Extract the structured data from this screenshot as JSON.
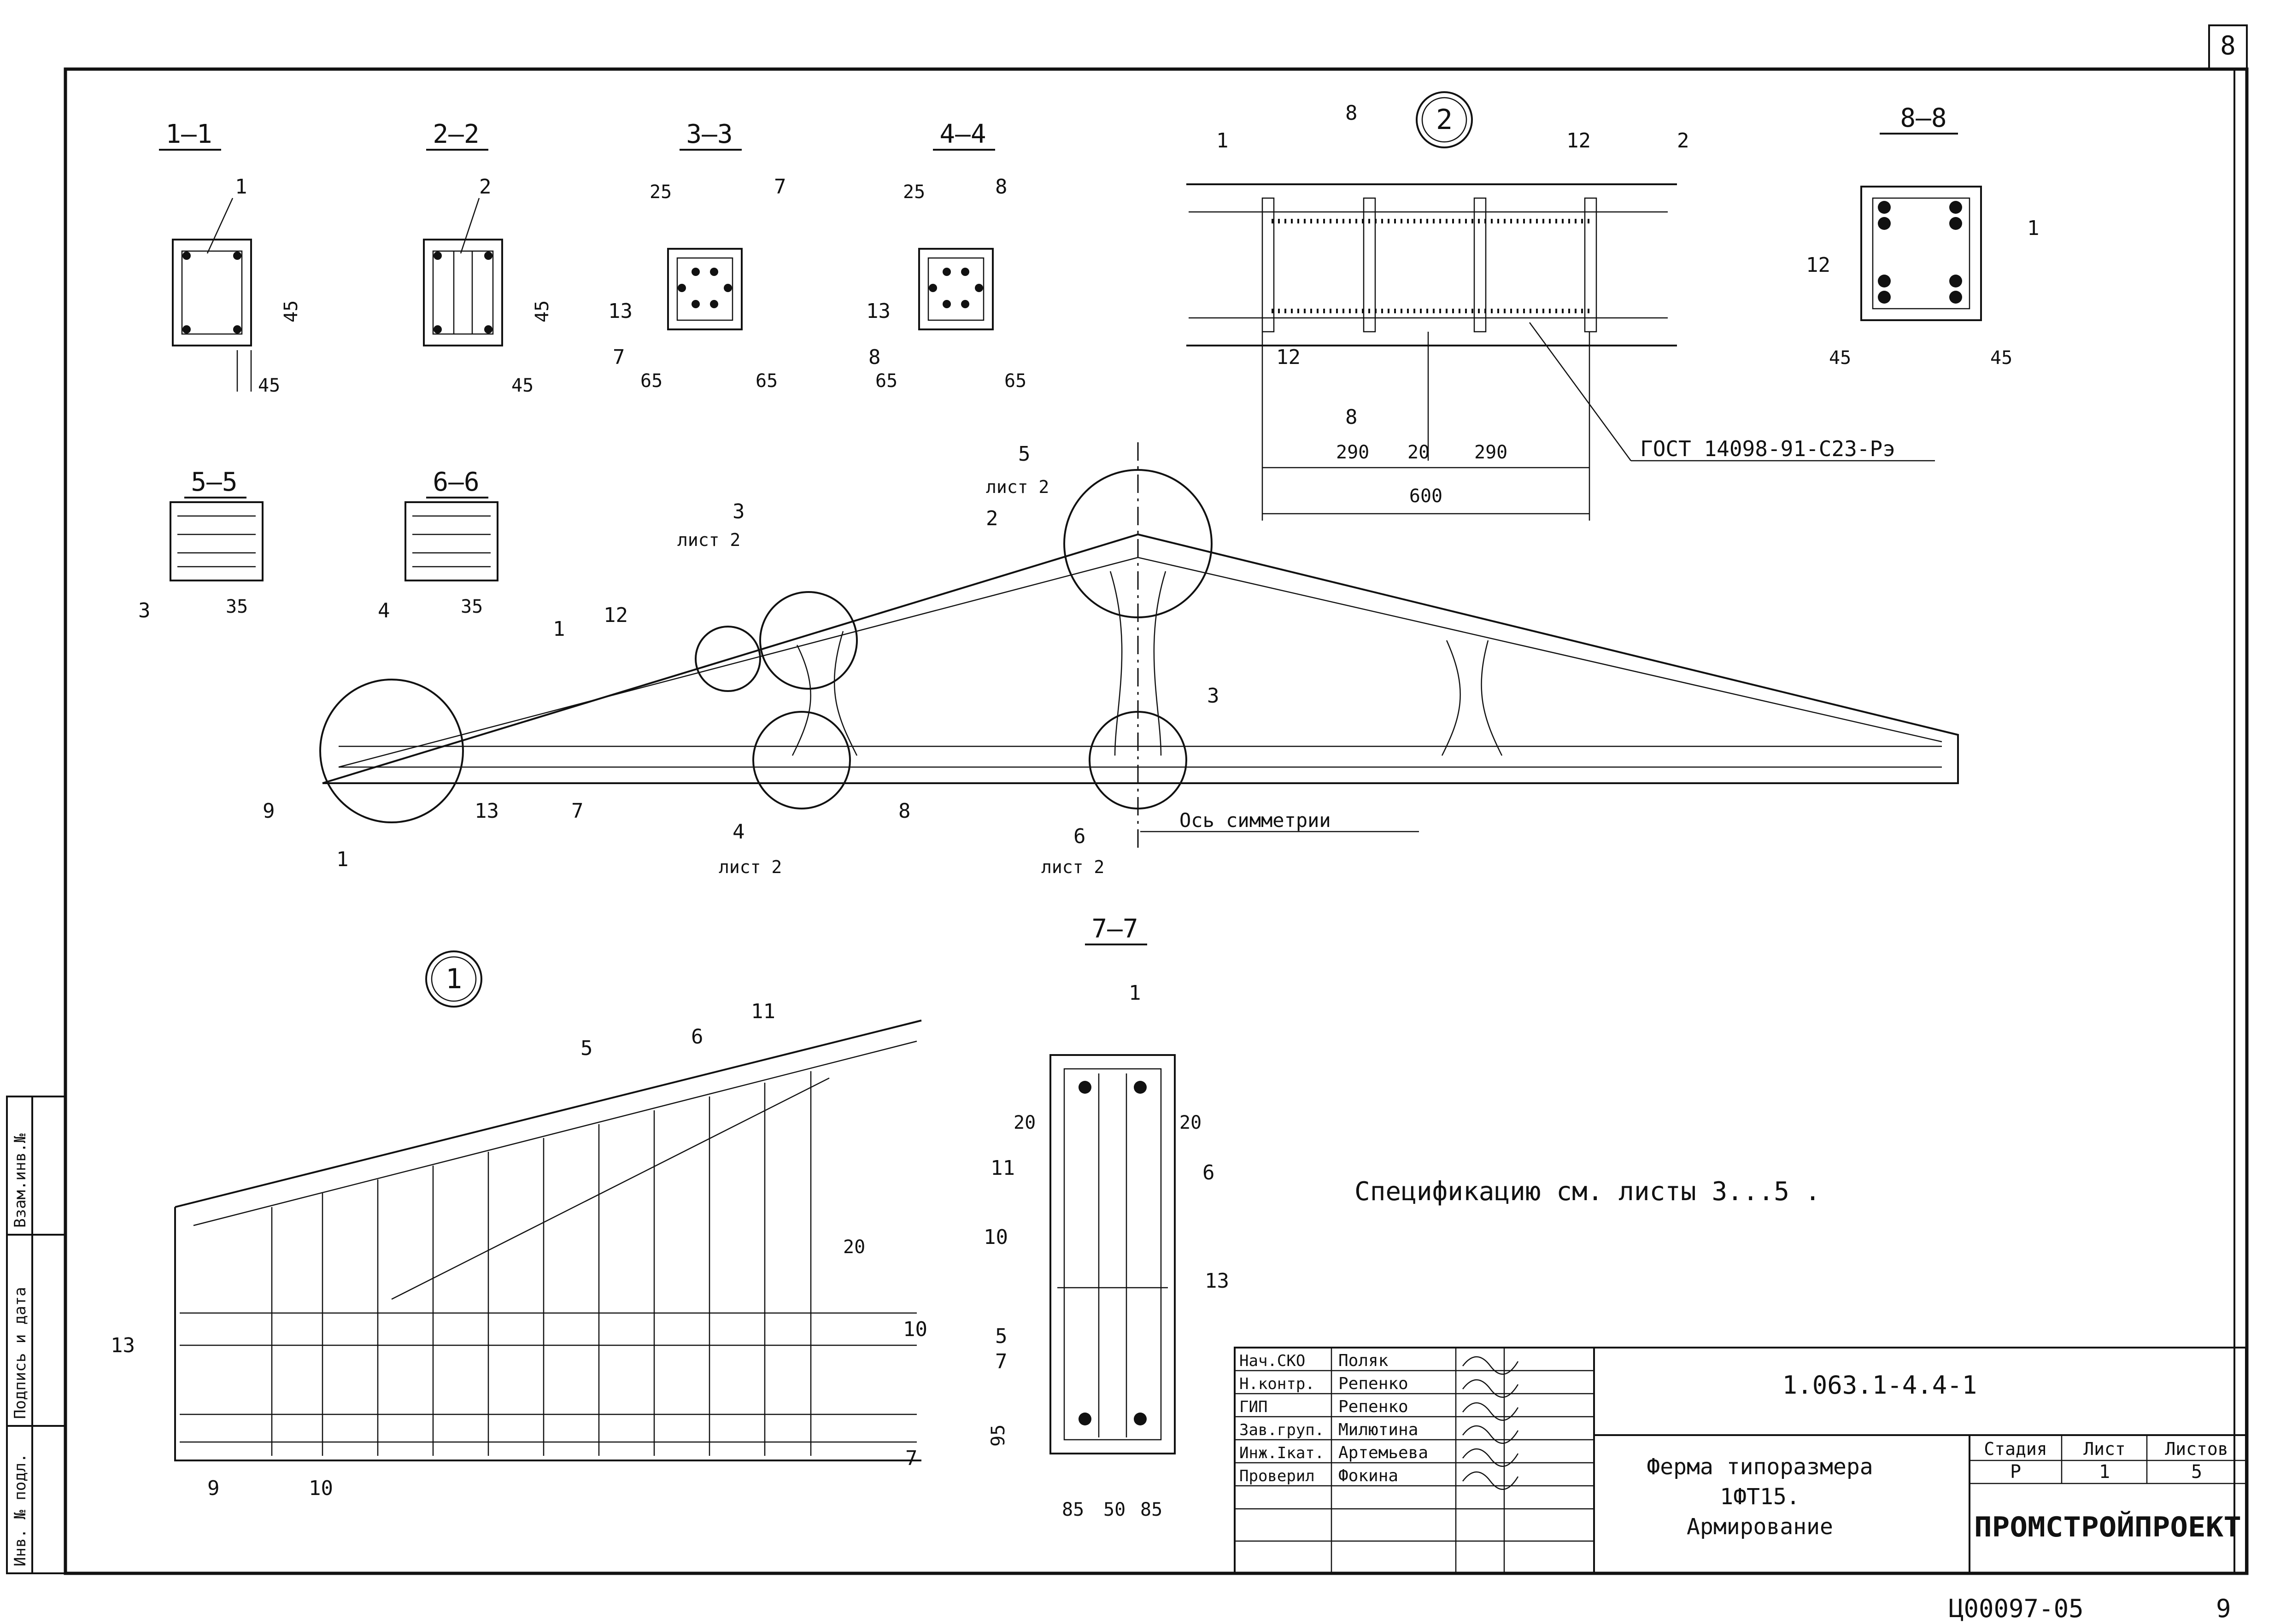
{
  "sheet_no_top": "8",
  "sheet_no_bottom": "9",
  "archive_code": "Ц00097-05",
  "sections": {
    "s1": "1–1",
    "s2": "2–2",
    "s3": "3–3",
    "s4": "4–4",
    "s5": "5–5",
    "s6": "6–6",
    "s7": "7–7",
    "s8": "8–8"
  },
  "node_labels": {
    "node1": "1",
    "node2": "2"
  },
  "sheet_ref": "лист 2",
  "axis_label": "Ось симметрии",
  "gost_label": "ГОСТ 14098-91-С23-Рэ",
  "dims": {
    "d25": "25",
    "d45": "45",
    "d65": "65",
    "d35": "35",
    "d290": "290",
    "d20": "20",
    "d600": "600",
    "d85": "85",
    "d50": "50",
    "d95": "95"
  },
  "note": "Спецификацию см. листы 3...5 .",
  "title_block": {
    "document_code": "1.063.1-4.4-1",
    "title_line1": "Ферма типоразмера",
    "title_line2": "1ФТ15.",
    "title_line3": "Армирование",
    "stage_header": "Стадия",
    "sheet_header": "Лист",
    "sheets_header": "Листов",
    "stage": "Р",
    "sheet": "1",
    "sheets": "5",
    "company": "ПРОМСТРОЙПРОЕКТ",
    "staff": [
      {
        "role": "Нач.СКО",
        "name": "Поляк"
      },
      {
        "role": "Н.контр.",
        "name": "Репенко"
      },
      {
        "role": "ГИП",
        "name": "Репенко"
      },
      {
        "role": "Зав.груп.",
        "name": "Милютина"
      },
      {
        "role": "Инж.Iкат.",
        "name": "Артемьева"
      },
      {
        "role": "Проверил",
        "name": "Фокина"
      }
    ]
  },
  "side_stamp": {
    "inv_podl": "Инв. № подл.",
    "podpis_data": "Подпись и дата",
    "vzam_inv": "Взам.инв.№"
  }
}
